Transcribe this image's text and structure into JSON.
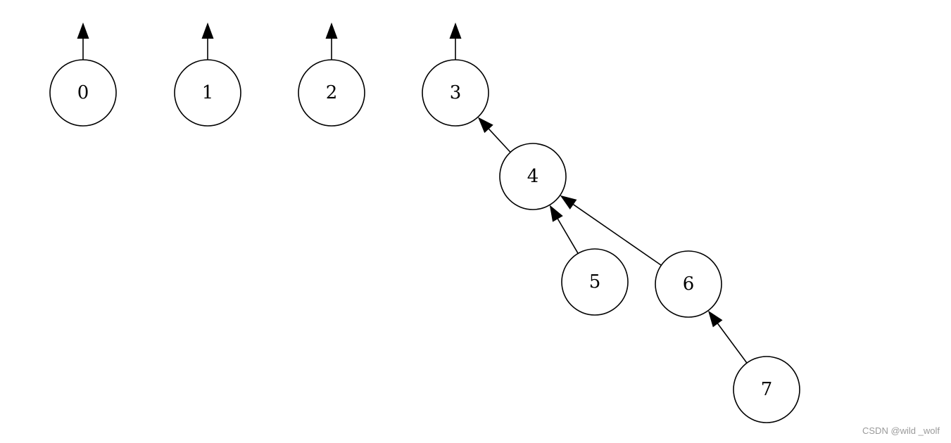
{
  "diagram": {
    "nodes": [
      {
        "id": "0",
        "label": "0",
        "root": true
      },
      {
        "id": "1",
        "label": "1",
        "root": true
      },
      {
        "id": "2",
        "label": "2",
        "root": true
      },
      {
        "id": "3",
        "label": "3",
        "root": true
      },
      {
        "id": "4",
        "label": "4",
        "root": false
      },
      {
        "id": "5",
        "label": "5",
        "root": false
      },
      {
        "id": "6",
        "label": "6",
        "root": false
      },
      {
        "id": "7",
        "label": "7",
        "root": false
      }
    ],
    "edges": [
      {
        "from": "4",
        "to": "3"
      },
      {
        "from": "5",
        "to": "4"
      },
      {
        "from": "6",
        "to": "4"
      },
      {
        "from": "7",
        "to": "6"
      }
    ],
    "colors": {
      "stroke": "#000000",
      "fill": "#ffffff",
      "watermark": "#9a9a9a"
    }
  },
  "watermark": {
    "text": "CSDN @wild _wolf"
  }
}
